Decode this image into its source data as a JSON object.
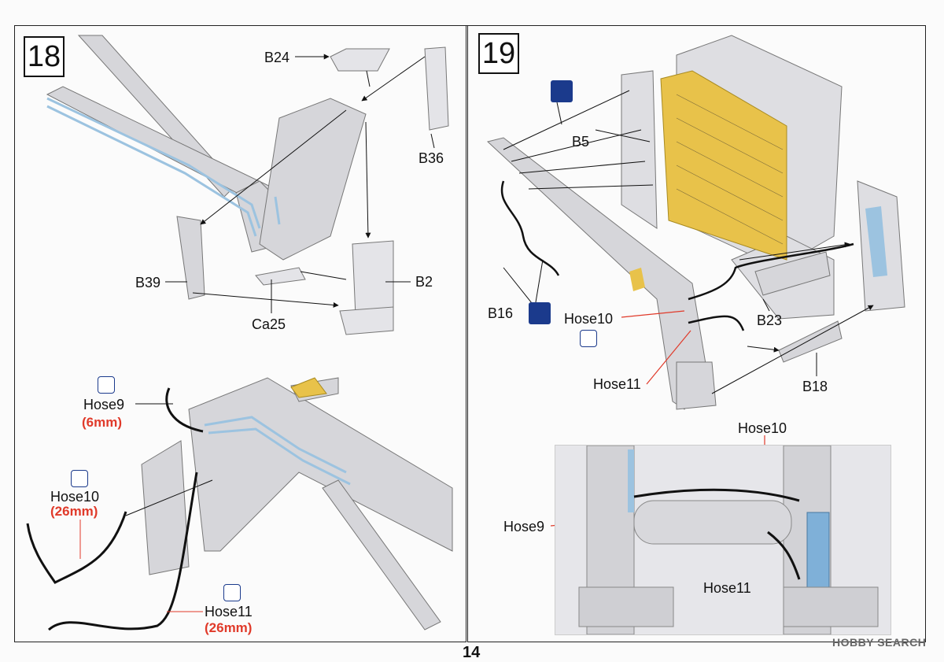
{
  "page_number": "14",
  "watermark": "HOBBY SEARCH",
  "step18": {
    "number": "18",
    "parts": {
      "b24": "B24",
      "b36": "B36",
      "b39": "B39",
      "b2": "B2",
      "ca25": "Ca25"
    },
    "hoses": [
      {
        "label": "Hose9",
        "length": "(6mm)"
      },
      {
        "label": "Hose10",
        "length": "(26mm)"
      },
      {
        "label": "Hose11",
        "length": "(26mm)"
      }
    ]
  },
  "step19": {
    "number": "19",
    "parts": {
      "b5": "B5",
      "b16": "B16",
      "b23": "B23",
      "b18": "B18"
    },
    "hoses": {
      "hose10": "Hose10",
      "hose11": "Hose11"
    },
    "inset": {
      "hose10": "Hose10",
      "hose9": "Hose9",
      "hose11": "Hose11"
    }
  },
  "colors": {
    "hose_length": "#e03a2a",
    "icon_blue": "#1b3a8c",
    "part_gray": "#d4d4d8",
    "hydraulic_blue": "#9cc3e0",
    "cab_yellow": "#e8c24a"
  }
}
